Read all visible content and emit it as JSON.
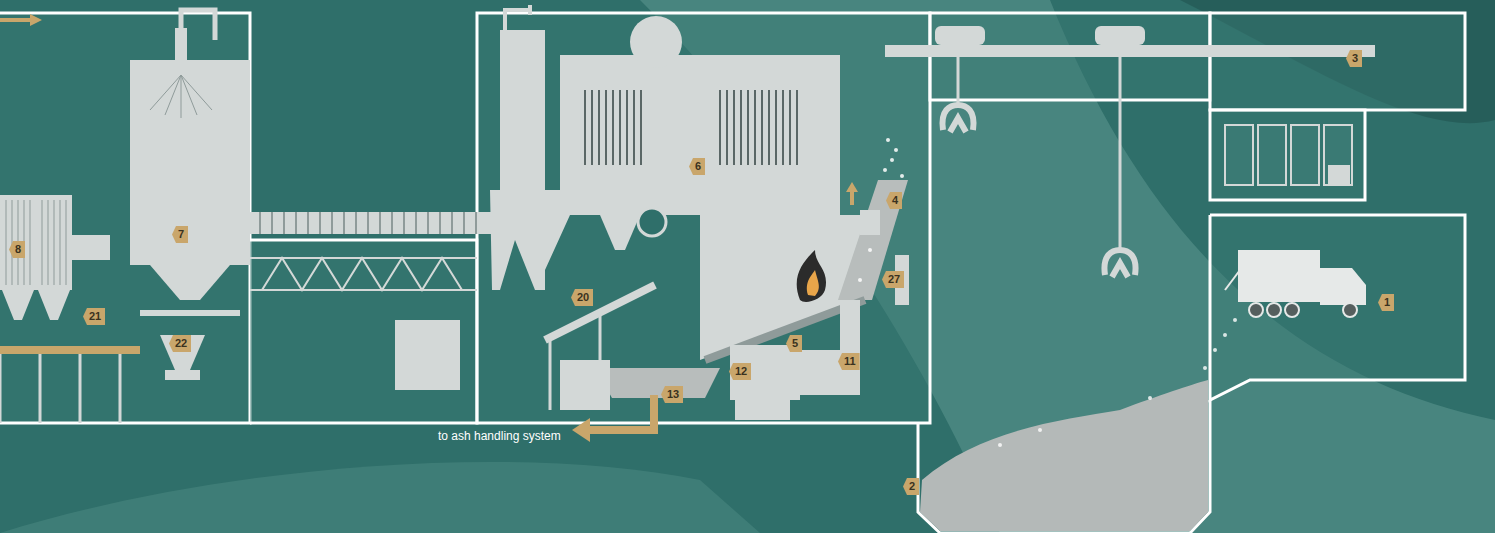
{
  "diagram": {
    "labels": [
      "7",
      "8",
      "21",
      "22",
      "20",
      "6",
      "4",
      "27",
      "5",
      "13",
      "12",
      "11",
      "3",
      "1",
      "2",
      "to ash handling system"
    ]
  }
}
